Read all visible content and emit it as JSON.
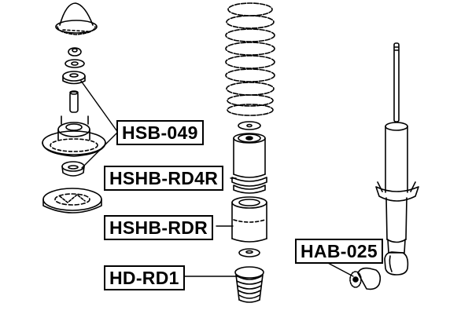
{
  "diagram": {
    "title": "Suspension strut exploded view",
    "colors": {
      "line": "#000000",
      "background": "#ffffff"
    },
    "labels": [
      {
        "id": "hsb-049",
        "text": "HSB-049",
        "part": "strut mount / upper bearing"
      },
      {
        "id": "hshb-rd4r",
        "text": "HSHB-RD4R",
        "part": "dust boot"
      },
      {
        "id": "hshb-rdr",
        "text": "HSHB-RDR",
        "part": "bump stop cover"
      },
      {
        "id": "hd-rd1",
        "text": "HD-RD1",
        "part": "bump stop"
      },
      {
        "id": "hab-025",
        "text": "HAB-025",
        "part": "shock absorber lower bushing"
      }
    ],
    "components": [
      "top-cap",
      "nut",
      "washer",
      "upper-bushing",
      "sleeve",
      "strut-mount",
      "bearing",
      "spring-seat",
      "coil-spring",
      "spring-insulator",
      "dust-boot",
      "bump-stop-cover",
      "bump-stop",
      "shock-absorber",
      "lower-bushing"
    ]
  }
}
